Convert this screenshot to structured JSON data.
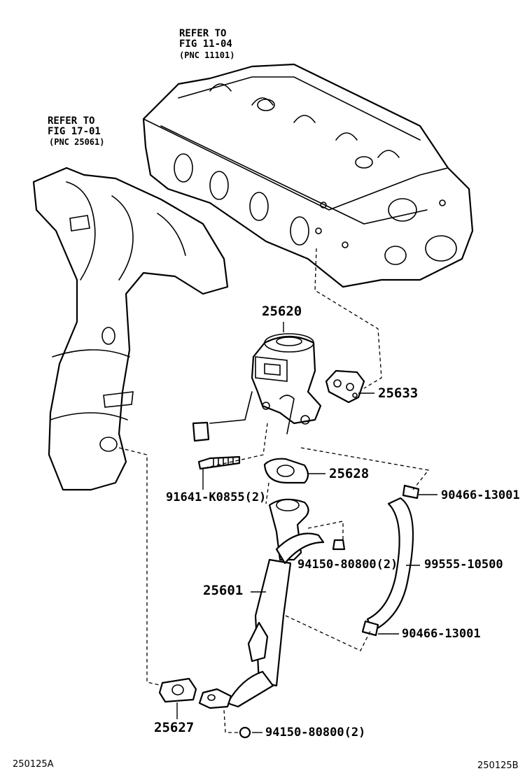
{
  "references": [
    {
      "line1": "REFER TO",
      "line2": "FIG 11-04",
      "line3": "(PNC 11101)"
    },
    {
      "line1": "REFER TO",
      "line2": "FIG 17-01",
      "line3": "(PNC 25061)"
    }
  ],
  "parts": {
    "p25620": "25620",
    "p25633": "25633",
    "p25628": "25628",
    "p91641": "91641-K0855(2)",
    "p90466a": "90466-13001",
    "p94150a": "94150-80800(2)",
    "p99555": "99555-10500",
    "p25601": "25601",
    "p90466b": "90466-13001",
    "p25627": "25627",
    "p94150b": "94150-80800(2)"
  },
  "corners": {
    "left": "250125A",
    "right": "250125B"
  }
}
